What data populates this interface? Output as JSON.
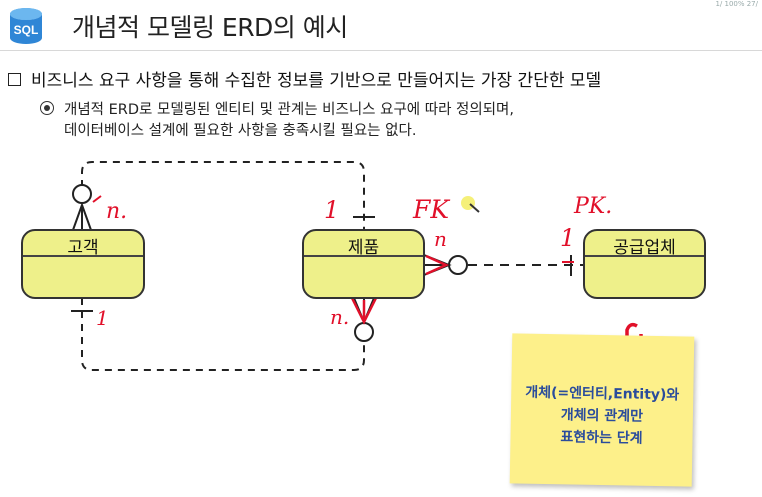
{
  "header": {
    "logo_text": "SQL",
    "title": "개념적 모델링 ERD의 예시",
    "zoom_text": "1/  100%  27/"
  },
  "main": {
    "bullet": "비즈니스 요구 사항을 통해 수집한 정보를 기반으로 만들어지는 가장 간단한 모델",
    "sub_line1": "개념적 ERD로 모델링된 엔티티 및 관계는 비즈니스 요구에 따라 정의되며,",
    "sub_line2": "데이터베이스 설계에 필요한 사항을 충족시킬 필요는 없다."
  },
  "diagram": {
    "entities": [
      {
        "id": "customer",
        "label": "고객"
      },
      {
        "id": "product",
        "label": "제품"
      },
      {
        "id": "supplier",
        "label": "공급업체"
      }
    ],
    "annotations": {
      "customer_top_n": "n.",
      "customer_bottom_1": "1",
      "product_top_1": "1",
      "fk": "FK",
      "product_right_n": "n",
      "supplier_1": "1",
      "pk": "PK.",
      "product_bottom_n": "n."
    },
    "highlight_color": "#e1102a"
  },
  "note": {
    "line1": "개체(=엔터티,Entity)와",
    "line2": "개체의 관계만",
    "line3": "표현하는 단계"
  }
}
